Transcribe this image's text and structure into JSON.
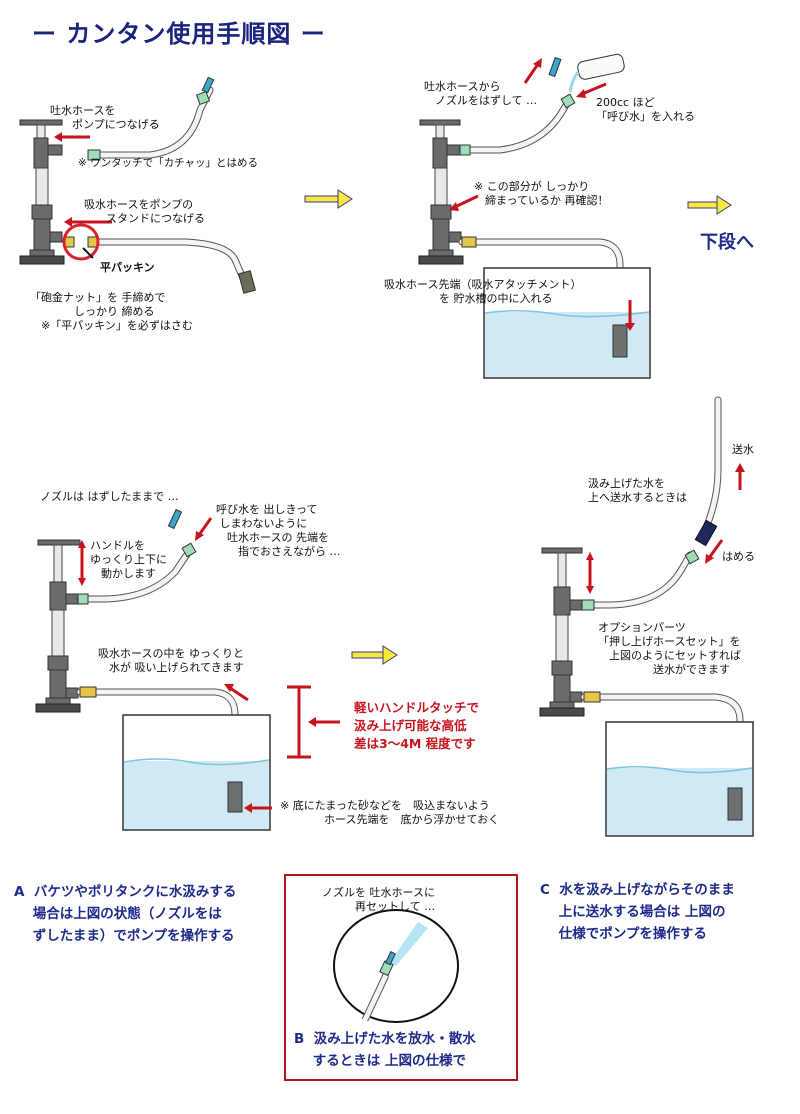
{
  "title": "ー カンタン使用手順図 ー",
  "step1": {
    "discharge_hose": "吐水ホースを\n　　ポンプにつなげる",
    "one_touch_note": "※ ワンタッチで「カチャッ」とはめる",
    "intake_hose": "吸水ホースをポンプの\n　　スタンドにつなげる",
    "flat_packing": "平パッキン",
    "nut_note": "「砲金ナット」を 手締めで\n　　　　しっかり 締める\n　※「平パッキン」を必ずはさむ"
  },
  "step2": {
    "remove_nozzle": "吐水ホースから\n　ノズルをはずして …",
    "priming_water": "200cc ほど\n「呼び水」を入れる",
    "recheck": "※ この部分が しっかり\n　締まっているか 再確認！",
    "insert_intake": "吸水ホース先端（吸水アタッチメント）\n　　　　　を 貯水槽の中に入れる"
  },
  "next_row": "下段へ",
  "step3": {
    "nozzle_removed": "ノズルは はずしたままで …",
    "finger_note": "呼び水を 出しきって\n しまわないように\n　吐水ホースの 先端を\n　　指でおさえながら …",
    "handle_note": "ハンドルを\nゆっくり上下に\n　動かします",
    "suction_note": "吸水ホースの中を ゆっくりと\n　水が 吸い上げられてきます",
    "height_note": "軽いハンドルタッチで\n汲み上げ可能な高低\n差は3～4M 程度です",
    "sand_note": "※ 底にたまった砂などを　吸込まないよう\n　　　　ホース先端を　底から浮かせておく"
  },
  "step4": {
    "send_water": "送水",
    "pump_up_note": "汲み上げた水を\n上へ送水するときは",
    "attach": "はめる",
    "option_note": "オプションパーツ\n「押し上げホースセット」を\n　上図のようにセットすれば\n　　　　　送水ができます"
  },
  "captions": {
    "a": "A  バケツやポリタンクに水汲みする\n    場合は上図の状態（ノズルをは\n    ずしたまま）でポンプを操作する",
    "b_note": "ノズルを 吐水ホースに\n　　　再セットして …",
    "b": "B  汲み上げた水を放水・散水\n    するときは 上図の仕様で",
    "c": "C  水を汲み上げながらそのまま\n    上に送水する場合は 上図の\n    仕様でポンプを操作する"
  },
  "colors": {
    "title": "#1a237e",
    "accent_red": "#c8141e",
    "arrow_yellow": "#f5ea3c",
    "water": "#cfeaf5"
  }
}
